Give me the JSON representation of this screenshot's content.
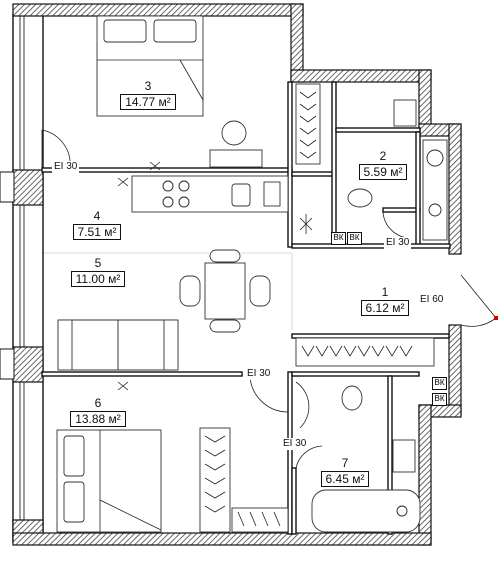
{
  "rooms": [
    {
      "num": "1",
      "area": "6.12 м²"
    },
    {
      "num": "2",
      "area": "5.59 м²"
    },
    {
      "num": "3",
      "area": "14.77 м²"
    },
    {
      "num": "4",
      "area": "7.51 м²"
    },
    {
      "num": "5",
      "area": "11.00 м²"
    },
    {
      "num": "6",
      "area": "13.88 м²"
    },
    {
      "num": "7",
      "area": "6.45 м²"
    }
  ],
  "fire_tags": {
    "ei30_top_left": "EI 30",
    "ei30_bath_top": "EI 30",
    "ei60_entry": "EI 60",
    "ei30_mid": "EI 30",
    "ei30_bath_bottom": "EI 30"
  },
  "vent_tags": {
    "vk1": "ВК",
    "vk2": "ВК",
    "vk3": "ВК",
    "vk4": "ВК"
  },
  "colors": {
    "wall_line": "#111111",
    "hatch": "#444444",
    "background": "#ffffff"
  }
}
